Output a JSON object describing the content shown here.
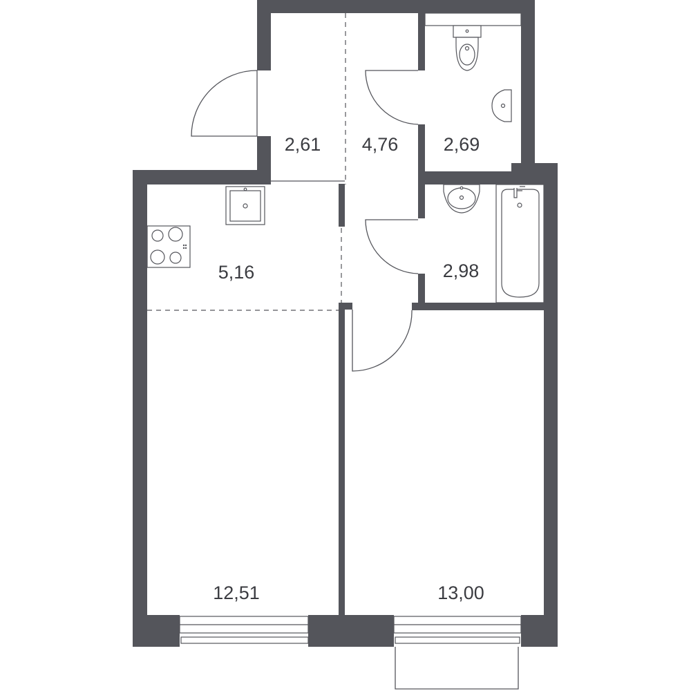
{
  "colors": {
    "wall": "#54555b",
    "line": "#54555b",
    "background": "#ffffff"
  },
  "rooms": {
    "corridor_entry": {
      "area": "2,61"
    },
    "hall": {
      "area": "4,76"
    },
    "toilet": {
      "area": "2,69"
    },
    "kitchen": {
      "area": "5,16"
    },
    "bathroom": {
      "area": "2,98"
    },
    "living_room": {
      "area": "12,51"
    },
    "bedroom": {
      "area": "13,00"
    }
  }
}
